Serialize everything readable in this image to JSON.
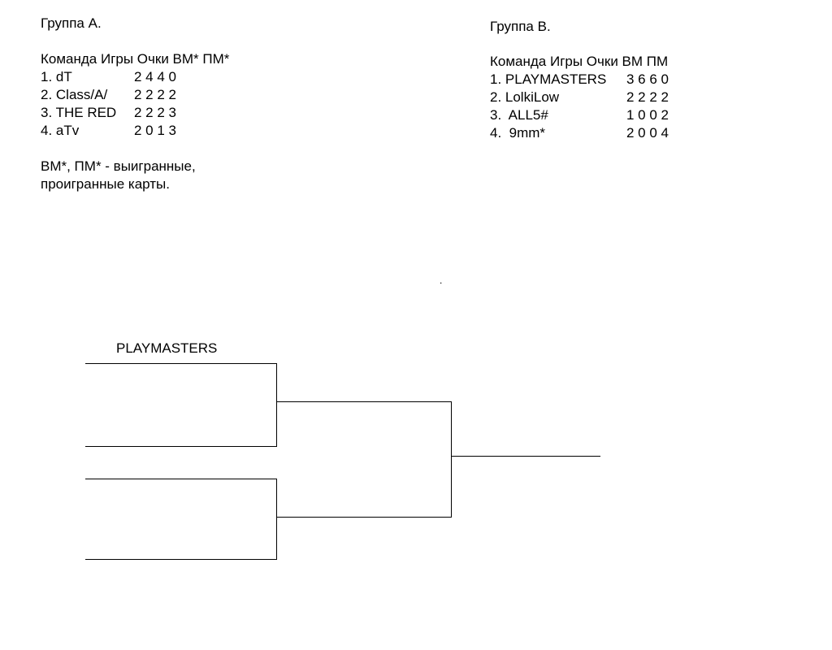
{
  "groupA": {
    "title": "Группа А.",
    "header": "Команда Игры Очки ВМ* ПМ*",
    "rows": [
      {
        "team": "1. dT",
        "stats": "2 4 4 0"
      },
      {
        "team": "2. Class/A/",
        "stats": "2 2 2 2"
      },
      {
        "team": "3. THE RED",
        "stats": "2 2 2 3"
      },
      {
        "team": "4. aTv",
        "stats": "2 0 1 3"
      }
    ],
    "footnote_line1": "ВМ*, ПМ* - выигранные,",
    "footnote_line2": "проигранные карты."
  },
  "groupB": {
    "title": "Группа В.",
    "header": "Команда Игры Очки ВМ ПМ",
    "rows": [
      {
        "team": "1. PLAYMASTERS",
        "stats": "3 6 6 0"
      },
      {
        "team": "2. LolkiLow",
        "stats": "2 2 2 2"
      },
      {
        "team": "3.  ALL5#",
        "stats": "1 0 0 2"
      },
      {
        "team": "4.  9mm*",
        "stats": "2 0 0 4"
      }
    ]
  },
  "bracket": {
    "slot1_team": "PLAYMASTERS",
    "dot": "."
  }
}
